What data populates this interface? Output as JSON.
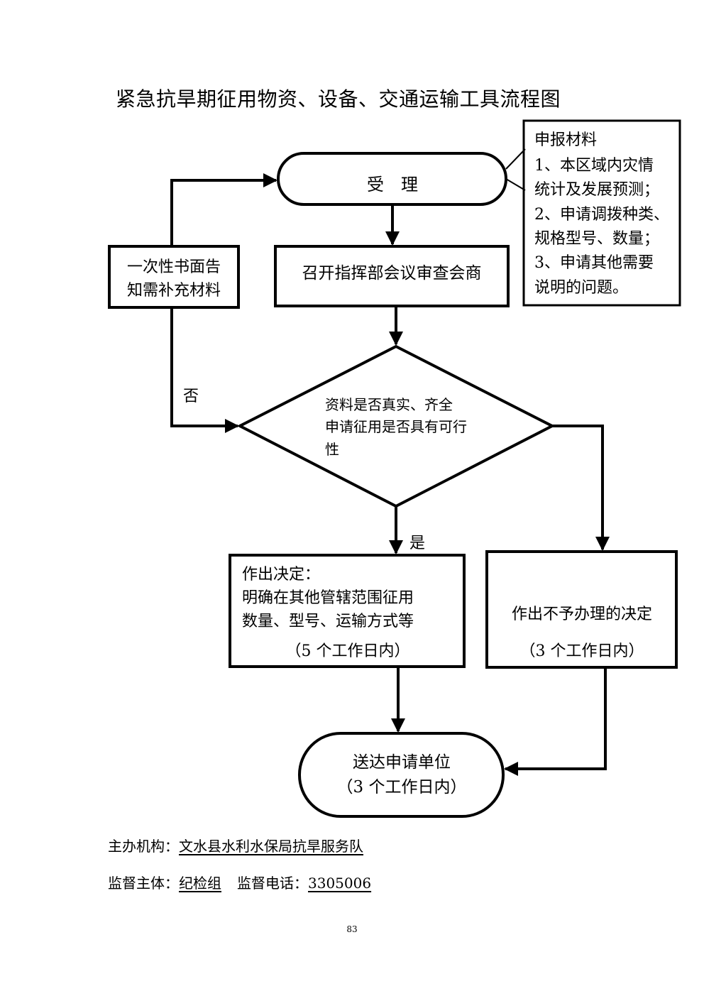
{
  "title": "紧急抗旱期征用物资、设备、交通运输工具流程图",
  "nodes": {
    "accept": "受　理",
    "materials": {
      "heading": "申报材料",
      "lines": [
        "1、本区域内灾情",
        "统计及发展预测；",
        "2、申请调拨种类、",
        "规格型号、数量；",
        "3、申请其他需要",
        "说明的问题。"
      ]
    },
    "notice": {
      "lines": [
        "一次性书面告",
        "知需补充材料"
      ]
    },
    "meeting": "召开指挥部会议审查会商",
    "decision": {
      "lines": [
        "资料是否真实、齐全",
        "申请征用是否具有可行",
        "性"
      ]
    },
    "approve": {
      "lines": [
        "作出决定：",
        "明确在其他管辖范围征用",
        "数量、型号、运输方式等"
      ],
      "time": "（5 个工作日内）"
    },
    "reject": {
      "line": "作出不予办理的决定",
      "time": "（3 个工作日内）"
    },
    "deliver": {
      "line": "送达申请单位",
      "time": "（3 个工作日内）"
    }
  },
  "edge_labels": {
    "no": "否",
    "yes": "是"
  },
  "footer": {
    "org_label": "主办机构：",
    "org": "文水县水利水保局抗旱服务队",
    "sup_label": "监督主体：",
    "sup": "纪检组",
    "tel_label": "监督电话：",
    "tel": "3305006"
  },
  "page_number": "83"
}
